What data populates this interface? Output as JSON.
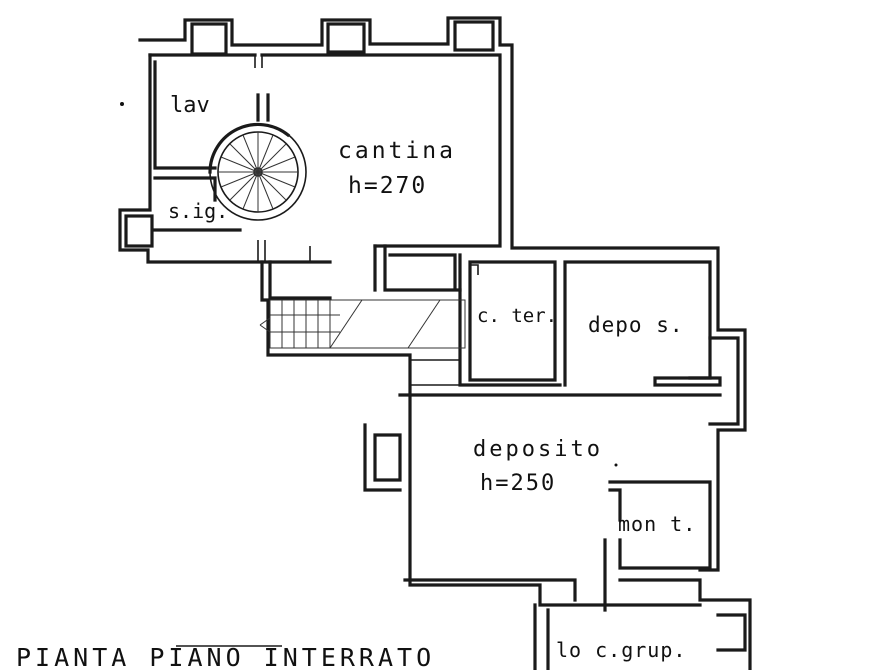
{
  "plan": {
    "title": "PIANTA PIANO INTERRATO",
    "rooms": {
      "lav": "lav",
      "sig": "s.ig.",
      "cantina": "cantina",
      "cantina_h": "h=270",
      "cter": "c. ter.",
      "depos": "depo s.",
      "deposito": "deposito",
      "deposito_h": "h=250",
      "mont": "mon t.",
      "locgrup": "lo c.grup."
    }
  }
}
